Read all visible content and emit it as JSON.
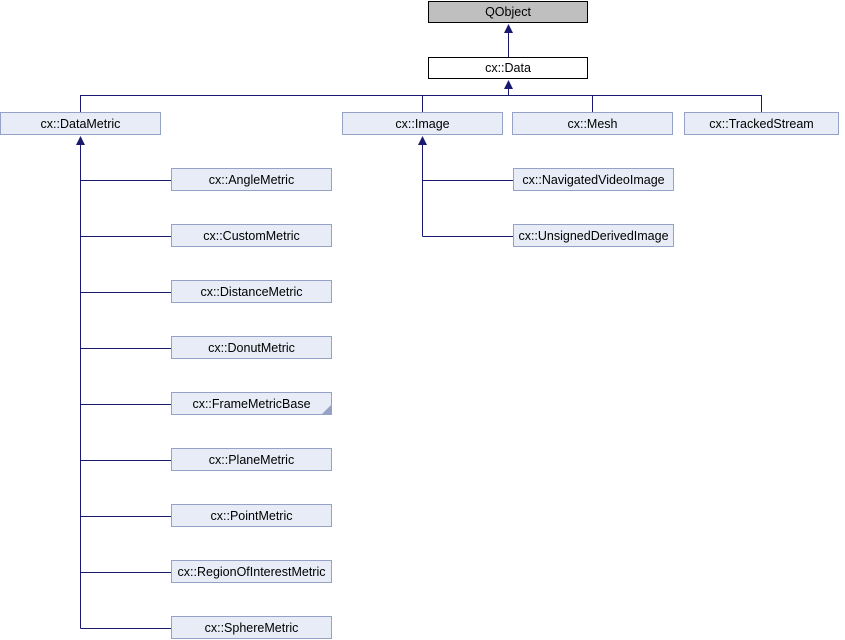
{
  "diagram": {
    "type": "class-inheritance-graph",
    "nodes": [
      {
        "label": "QObject",
        "kind": "external"
      },
      {
        "label": "cx::Data",
        "kind": "current"
      },
      {
        "label": "cx::DataMetric",
        "kind": "link"
      },
      {
        "label": "cx::Image",
        "kind": "link"
      },
      {
        "label": "cx::Mesh",
        "kind": "link"
      },
      {
        "label": "cx::TrackedStream",
        "kind": "link"
      },
      {
        "label": "cx::AngleMetric",
        "kind": "link"
      },
      {
        "label": "cx::CustomMetric",
        "kind": "link"
      },
      {
        "label": "cx::DistanceMetric",
        "kind": "link"
      },
      {
        "label": "cx::DonutMetric",
        "kind": "link"
      },
      {
        "label": "cx::FrameMetricBase",
        "kind": "link",
        "truncated": true
      },
      {
        "label": "cx::PlaneMetric",
        "kind": "link"
      },
      {
        "label": "cx::PointMetric",
        "kind": "link"
      },
      {
        "label": "cx::RegionOfInterestMetric",
        "kind": "link"
      },
      {
        "label": "cx::SphereMetric",
        "kind": "link"
      },
      {
        "label": "cx::NavigatedVideoImage",
        "kind": "link"
      },
      {
        "label": "cx::UnsignedDerivedImage",
        "kind": "link"
      }
    ],
    "edges": [
      {
        "child": "cx::Data",
        "parent": "QObject"
      },
      {
        "child": "cx::DataMetric",
        "parent": "cx::Data"
      },
      {
        "child": "cx::Image",
        "parent": "cx::Data"
      },
      {
        "child": "cx::Mesh",
        "parent": "cx::Data"
      },
      {
        "child": "cx::TrackedStream",
        "parent": "cx::Data"
      },
      {
        "child": "cx::AngleMetric",
        "parent": "cx::DataMetric"
      },
      {
        "child": "cx::CustomMetric",
        "parent": "cx::DataMetric"
      },
      {
        "child": "cx::DistanceMetric",
        "parent": "cx::DataMetric"
      },
      {
        "child": "cx::DonutMetric",
        "parent": "cx::DataMetric"
      },
      {
        "child": "cx::FrameMetricBase",
        "parent": "cx::DataMetric"
      },
      {
        "child": "cx::PlaneMetric",
        "parent": "cx::DataMetric"
      },
      {
        "child": "cx::PointMetric",
        "parent": "cx::DataMetric"
      },
      {
        "child": "cx::RegionOfInterestMetric",
        "parent": "cx::DataMetric"
      },
      {
        "child": "cx::SphereMetric",
        "parent": "cx::DataMetric"
      },
      {
        "child": "cx::NavigatedVideoImage",
        "parent": "cx::Image"
      },
      {
        "child": "cx::UnsignedDerivedImage",
        "parent": "cx::Image"
      }
    ],
    "colors": {
      "node_fill": "#E7ECF6",
      "node_border": "#94A2C6",
      "external_node_fill": "#BFBFBF",
      "current_node_fill": "#FFFFFF",
      "black_border": "#000000",
      "edge": "#191970",
      "background": "#FFFFFF"
    }
  }
}
